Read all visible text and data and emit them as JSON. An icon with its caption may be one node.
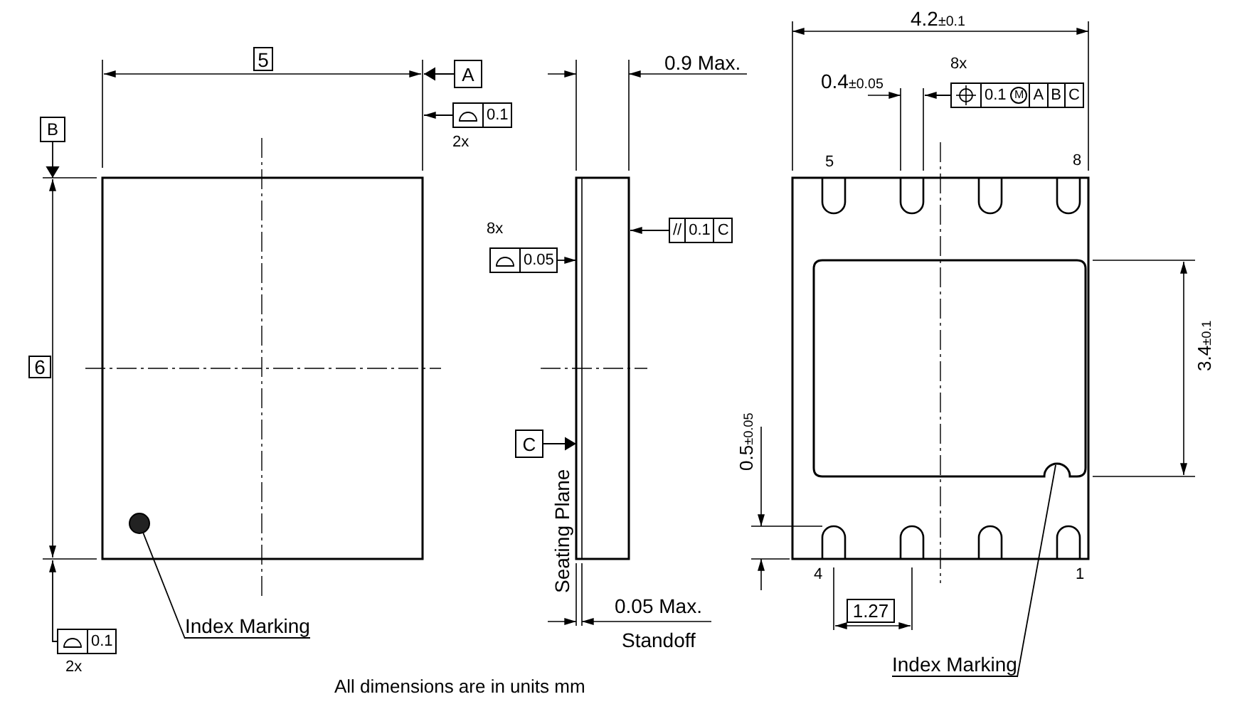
{
  "diagram": {
    "nodes": [
      {
        "text": [
          "A"
        ]
      },
      {
        "text": [
          "0.1",
          "M",
          "A",
          "B",
          "C"
        ],
        "beside": [
          "8x"
        ]
      },
      {
        "text": [
          "0.1"
        ],
        "beside": [
          "2x"
        ]
      },
      {
        "text": [
          "B"
        ]
      },
      {
        "text": [],
        "shape": "box"
      },
      {
        "text": [],
        "shape": "box"
      },
      {
        "text": [],
        "shape": "box",
        "beside": [
          "5",
          "8",
          "4",
          "1"
        ]
      },
      {
        "text": [
          "//",
          "0.1",
          "C"
        ]
      },
      {
        "text": [
          "0.05"
        ],
        "beside": [
          "8x"
        ]
      },
      {
        "text": [
          "C"
        ]
      },
      {
        "text": [],
        "shape": "circle",
        "in": 4
      },
      {
        "text": [
          "Index Marking"
        ]
      },
      {
        "text": [
          "0.1"
        ],
        "beside": [
          "2x"
        ]
      },
      {
        "text": [
          "Index Marking"
        ]
      }
    ],
    "edges": [
      {
        "from": 0,
        "to": 4,
        "arrow": "to"
      },
      {
        "from": 2,
        "to": 4,
        "arrow": "to"
      },
      {
        "from": 3,
        "to": 4,
        "arrow": "to"
      },
      {
        "from": 7,
        "to": 5,
        "arrow": "to"
      },
      {
        "from": 8,
        "to": 5,
        "arrow": "to"
      },
      {
        "from": 9,
        "to": 5,
        "arrow": "to"
      },
      {
        "from": 11,
        "to": 10,
        "arrow": "none"
      },
      {
        "from": 12,
        "to": 4,
        "arrow": "to"
      },
      {
        "from": 13,
        "to": 6,
        "arrow": "none"
      },
      {
        "from": 1,
        "to": 6,
        "arrow": "to"
      }
    ],
    "labels": [
      "5",
      "0.9 Max.",
      "6",
      "Seating Plane",
      "0.05 Max.",
      "Standoff",
      "4.2$_{±0.1}$",
      "0.4$_{±0.05}$",
      "3.4$_{±0.1}$",
      "0.5$_{±0.05}$",
      "1.27",
      "All dimensions are in units mm"
    ]
  }
}
